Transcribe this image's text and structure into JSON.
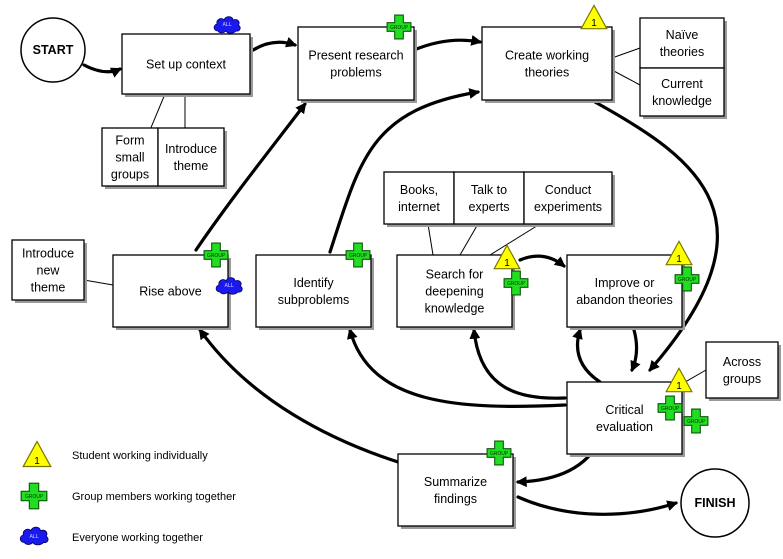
{
  "nodes": {
    "start": "START",
    "finish": "FINISH",
    "set_up_context": [
      "Set up context"
    ],
    "present_research": [
      "Present research",
      "problems"
    ],
    "create_working": [
      "Create working",
      "theories"
    ],
    "naive_theories": [
      "Naïve",
      "theories"
    ],
    "current_knowledge": [
      "Current",
      "knowledge"
    ],
    "form_small_groups": [
      "Form",
      "small",
      "groups"
    ],
    "introduce_theme": [
      "Introduce",
      "theme"
    ],
    "books_internet": [
      "Books,",
      "internet"
    ],
    "talk_to_experts": [
      "Talk to",
      "experts"
    ],
    "conduct_experiments": [
      "Conduct",
      "experiments"
    ],
    "introduce_new_theme": [
      "Introduce",
      "new",
      "theme"
    ],
    "rise_above": [
      "Rise above"
    ],
    "identify_subproblems": [
      "Identify",
      "subproblems"
    ],
    "search_deepening": [
      "Search for",
      "deepening",
      "knowledge"
    ],
    "improve_abandon": [
      "Improve or",
      "abandon theories"
    ],
    "across_groups": [
      "Across",
      "groups"
    ],
    "critical_evaluation": [
      "Critical",
      "evaluation"
    ],
    "summarize_findings": [
      "Summarize",
      "findings"
    ]
  },
  "badges": {
    "group_text": "GROUP",
    "all_text": "ALL",
    "individual_number": "1"
  },
  "legend": {
    "individual": "Student working individually",
    "group": "Group members working together",
    "everyone": "Everyone working together"
  },
  "colors": {
    "triangle": "#ffff00",
    "cross": "#22dd22",
    "cloud": "#1a1aee"
  }
}
